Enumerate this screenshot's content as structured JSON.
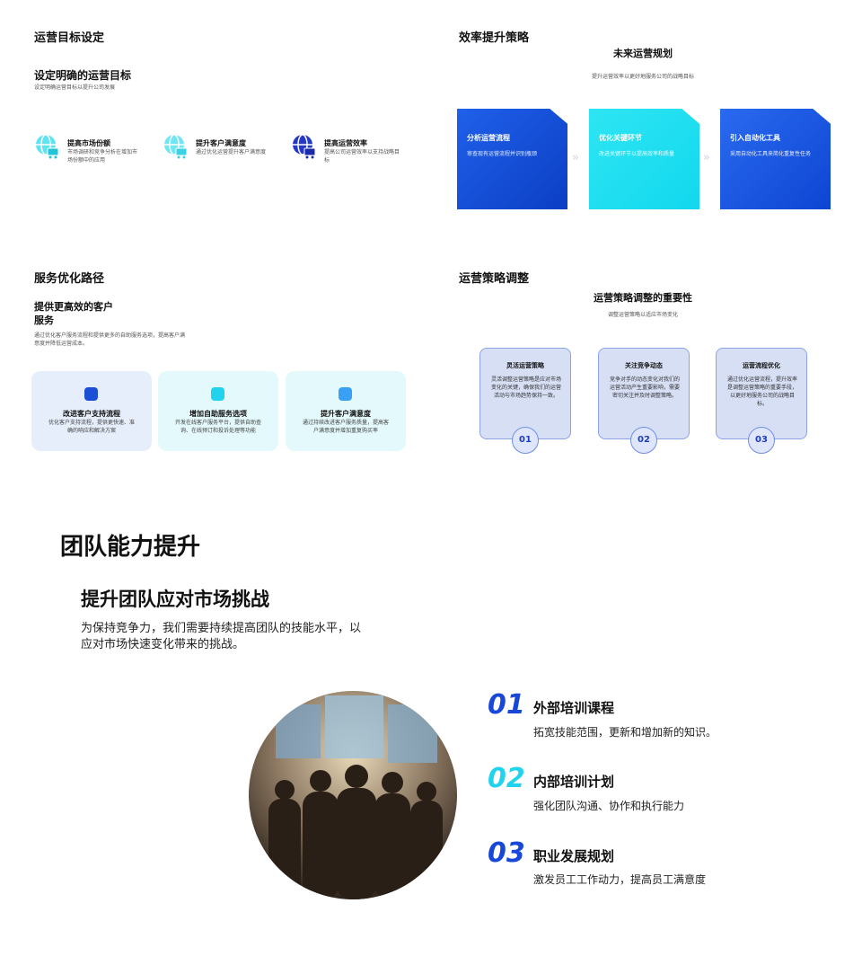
{
  "q1": {
    "title": "运营目标设定",
    "heading": "设定明确的运营目标",
    "desc": "设定明确运营目标以提升公司发展",
    "items": [
      {
        "title": "提高市场份额",
        "desc": "市场调研和竞争分析在增加市场份额中的应用",
        "icon": "globe-cart-icon"
      },
      {
        "title": "提升客户满意度",
        "desc": "通过优化运营提升客户满意度",
        "icon": "globe-cart-icon"
      },
      {
        "title": "提高运营效率",
        "desc": "提高公司运营效率以支持战略目标",
        "icon": "globe-cart-icon"
      }
    ]
  },
  "q2": {
    "title": "效率提升策略",
    "heading": "未来运营规划",
    "desc": "提升运营效率以更好地服务公司的战略目标",
    "cards": [
      {
        "title": "分析运营流程",
        "desc": "审查现有运营流程并识别瓶颈"
      },
      {
        "title": "优化关键环节",
        "desc": "改进关键环节以提高效率和质量"
      },
      {
        "title": "引入自动化工具",
        "desc": "采用自动化工具来简化重复性任务"
      }
    ],
    "arrow": "»"
  },
  "q3": {
    "title": "服务优化路径",
    "heading": "提供更高效的客户服务",
    "desc": "通过优化客户服务流程和提供更多的自助服务选项，提高客户满意度并降低运营成本。",
    "cards": [
      {
        "title": "改进客户支持流程",
        "desc": "优化客户支持流程，提供更快速、准确的响应和解决方案"
      },
      {
        "title": "增加自助服务选项",
        "desc": "开发在线客户服务平台，提供自助查询、在线预订和投诉处理等功能"
      },
      {
        "title": "提升客户满意度",
        "desc": "通过持续改进客户服务质量，提高客户满意度并增加重复购买率"
      }
    ]
  },
  "q4": {
    "title": "运营策略调整",
    "heading": "运营策略调整的重要性",
    "desc": "调整运营策略以适应市场变化",
    "cards": [
      {
        "title": "灵活运营策略",
        "desc": "灵活调整运营策略是应对市场变化的关键，确保我们的运营活动与市场趋势保持一致。",
        "num": "01"
      },
      {
        "title": "关注竞争动态",
        "desc": "竞争对手的动态变化对我们的运营活动产生重要影响，需要密切关注并及时调整策略。",
        "num": "02"
      },
      {
        "title": "运营流程优化",
        "desc": "通过优化运营流程，提升效率是调整运营策略的重要手段，以更好地服务公司的战略目标。",
        "num": "03"
      }
    ]
  },
  "bottom": {
    "title": "团队能力提升",
    "heading": "提升团队应对市场挑战",
    "para_line1": "为保持竞争力，我们需要持续提高团队的技能水平，以",
    "para_line2": "应对市场快速变化带来的挑战。",
    "list": [
      {
        "num": "01",
        "title": "外部培训课程",
        "desc": "拓宽技能范围，更新和增加新的知识。",
        "color": "#1848d8"
      },
      {
        "num": "02",
        "title": "内部培训计划",
        "desc": "强化团队沟通、协作和执行能力",
        "color": "#22d3ee"
      },
      {
        "num": "03",
        "title": "职业发展规划",
        "desc": "激发员工工作动力，提高员工满意度",
        "color": "#1848d8"
      }
    ]
  },
  "colors": {
    "blue": "#1848d8",
    "cyan": "#22d3ee"
  }
}
